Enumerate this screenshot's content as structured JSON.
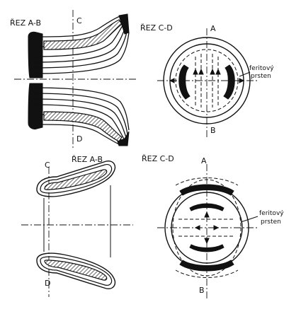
{
  "figures": {
    "top_left": {
      "title": "ŘEZ A-B",
      "marker_top": "C",
      "marker_bottom": "D"
    },
    "top_right": {
      "title": "ŘEZ C-D",
      "marker_top": "A",
      "marker_bottom": "B",
      "callout_line1": "feritový",
      "callout_line2": "prsten"
    },
    "bottom_left": {
      "title": "ŘEZ A-B",
      "marker_top": "C",
      "marker_bottom": "D"
    },
    "bottom_right": {
      "title": "ŘEZ C-D",
      "marker_top": "A",
      "marker_bottom": "B",
      "callout_line1": "feritový",
      "callout_line2": "prsten"
    }
  }
}
